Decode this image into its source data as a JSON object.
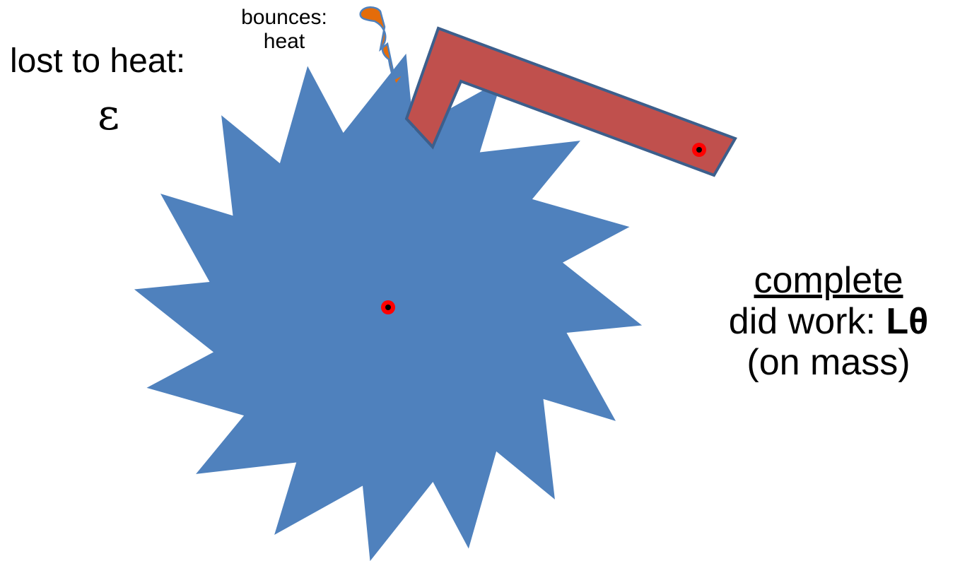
{
  "labels": {
    "lost_to_heat": "lost to heat:",
    "epsilon": "ε",
    "bounces_line1": "bounces:",
    "bounces_line2": "heat",
    "complete": "complete",
    "did_work_prefix": "did work: ",
    "did_work_symbol": "Lθ",
    "on_mass": "(on mass)"
  },
  "colors": {
    "gear": "#4f81bd",
    "pawl": "#c0504d",
    "pawl_outline": "#3c5f8c",
    "splash": "#e46c0a",
    "pivot": "#ff0000",
    "pivot_center": "#000000"
  },
  "diagram": {
    "gear_teeth": 16
  }
}
